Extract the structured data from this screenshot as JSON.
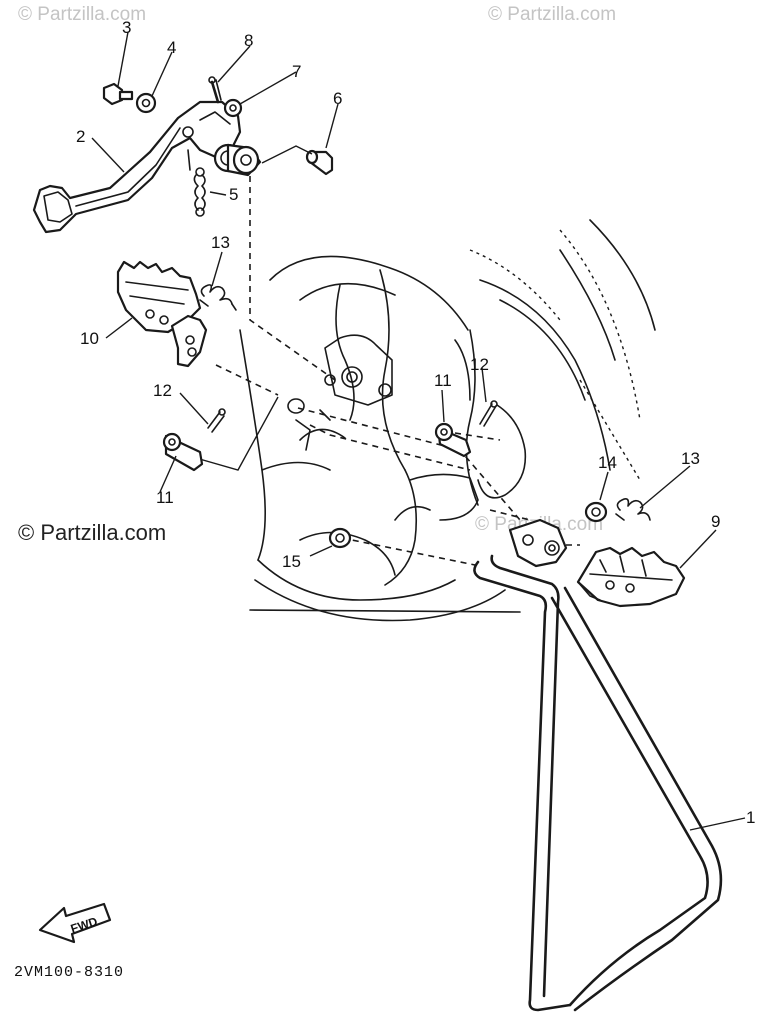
{
  "watermarks": {
    "top_left": "© Partzilla.com",
    "top_right": "© Partzilla.com",
    "middle_left": "© Partzilla.com",
    "middle_center": "© Partzilla.com"
  },
  "diagram_code": "2VM100-8310",
  "direction_arrow": "FWD",
  "callouts": {
    "c1": "1",
    "c2": "2",
    "c3": "3",
    "c4": "4",
    "c5": "5",
    "c6": "6",
    "c7": "7",
    "c8": "8",
    "c9": "9",
    "c10": "10",
    "c11a": "11",
    "c11b": "11",
    "c12a": "12",
    "c12b": "12",
    "c13a": "13",
    "c13b": "13",
    "c14": "14",
    "c15": "15"
  }
}
